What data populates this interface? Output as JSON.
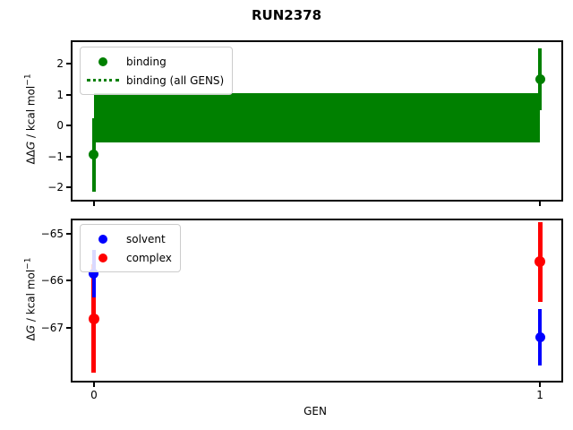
{
  "figure": {
    "title": "RUN2378",
    "xlabel": "GEN",
    "background": "#ffffff"
  },
  "colors": {
    "binding": "#008000",
    "solvent": "#0000ff",
    "complex": "#ff0000",
    "spine": "#000000"
  },
  "chart_data": [
    {
      "type": "scatter",
      "subplot": "top",
      "title": "",
      "ylabel": {
        "pre": "ΔΔ",
        "var": "G",
        "post": " / kcal mol",
        "sup": "−1"
      },
      "xlim": [
        -0.048,
        1.048
      ],
      "ylim": [
        -2.4,
        2.7
      ],
      "grid": false,
      "yticks": [
        {
          "value": 2,
          "label": "2"
        },
        {
          "value": 1,
          "label": "1"
        },
        {
          "value": 0,
          "label": "0"
        },
        {
          "value": -1,
          "label": "−1"
        },
        {
          "value": -2,
          "label": "−2"
        }
      ],
      "xticks": [
        {
          "value": 0,
          "label": ""
        },
        {
          "value": 1,
          "label": ""
        }
      ],
      "series": [
        {
          "name": "binding",
          "color": "#008000",
          "marker": "circle",
          "linewidth": 4,
          "markersize": 11,
          "points": [
            {
              "x": 0,
              "y": -0.95,
              "yerr": 1.2
            },
            {
              "x": 1,
              "y": 1.5,
              "yerr": 1.0
            }
          ]
        }
      ],
      "band": {
        "name": "binding (all GENS)",
        "color": "#008000",
        "linestyle": "dotted",
        "x_from": 0,
        "x_to": 1,
        "y_center": 0.25,
        "y_halfwidth": 0.8
      },
      "legend": {
        "position": "upper left",
        "items": [
          {
            "label": "binding",
            "marker": "dot",
            "color": "#008000"
          },
          {
            "label": "binding (all GENS)",
            "marker": "dotted-line",
            "color": "#008000"
          }
        ]
      }
    },
    {
      "type": "scatter",
      "subplot": "bottom",
      "title": "",
      "ylabel": {
        "pre": "Δ",
        "var": "G",
        "post": " / kcal mol",
        "sup": "−1"
      },
      "xlim": [
        -0.048,
        1.048
      ],
      "ylim": [
        -68.12,
        -64.72
      ],
      "grid": false,
      "yticks": [
        {
          "value": -65,
          "label": "−65"
        },
        {
          "value": -66,
          "label": "−66"
        },
        {
          "value": -67,
          "label": "−67"
        }
      ],
      "xticks": [
        {
          "value": 0,
          "label": "0"
        },
        {
          "value": 1,
          "label": "1"
        }
      ],
      "series": [
        {
          "name": "complex",
          "color": "#ff0000",
          "marker": "circle",
          "linewidth": 5,
          "markersize": 12,
          "points": [
            {
              "x": 0,
              "y": -66.8,
              "yerr": 1.15
            },
            {
              "x": 1,
              "y": -65.6,
              "yerr": 0.85
            }
          ]
        },
        {
          "name": "solvent",
          "color": "#0000ff",
          "marker": "circle",
          "linewidth": 4,
          "markersize": 11,
          "points": [
            {
              "x": 0,
              "y": -65.85,
              "yerr": 0.5
            },
            {
              "x": 1,
              "y": -67.2,
              "yerr": 0.6
            }
          ]
        }
      ],
      "legend": {
        "position": "upper left",
        "items": [
          {
            "label": "solvent",
            "marker": "dot",
            "color": "#0000ff"
          },
          {
            "label": "complex",
            "marker": "dot",
            "color": "#ff0000"
          }
        ]
      }
    }
  ]
}
